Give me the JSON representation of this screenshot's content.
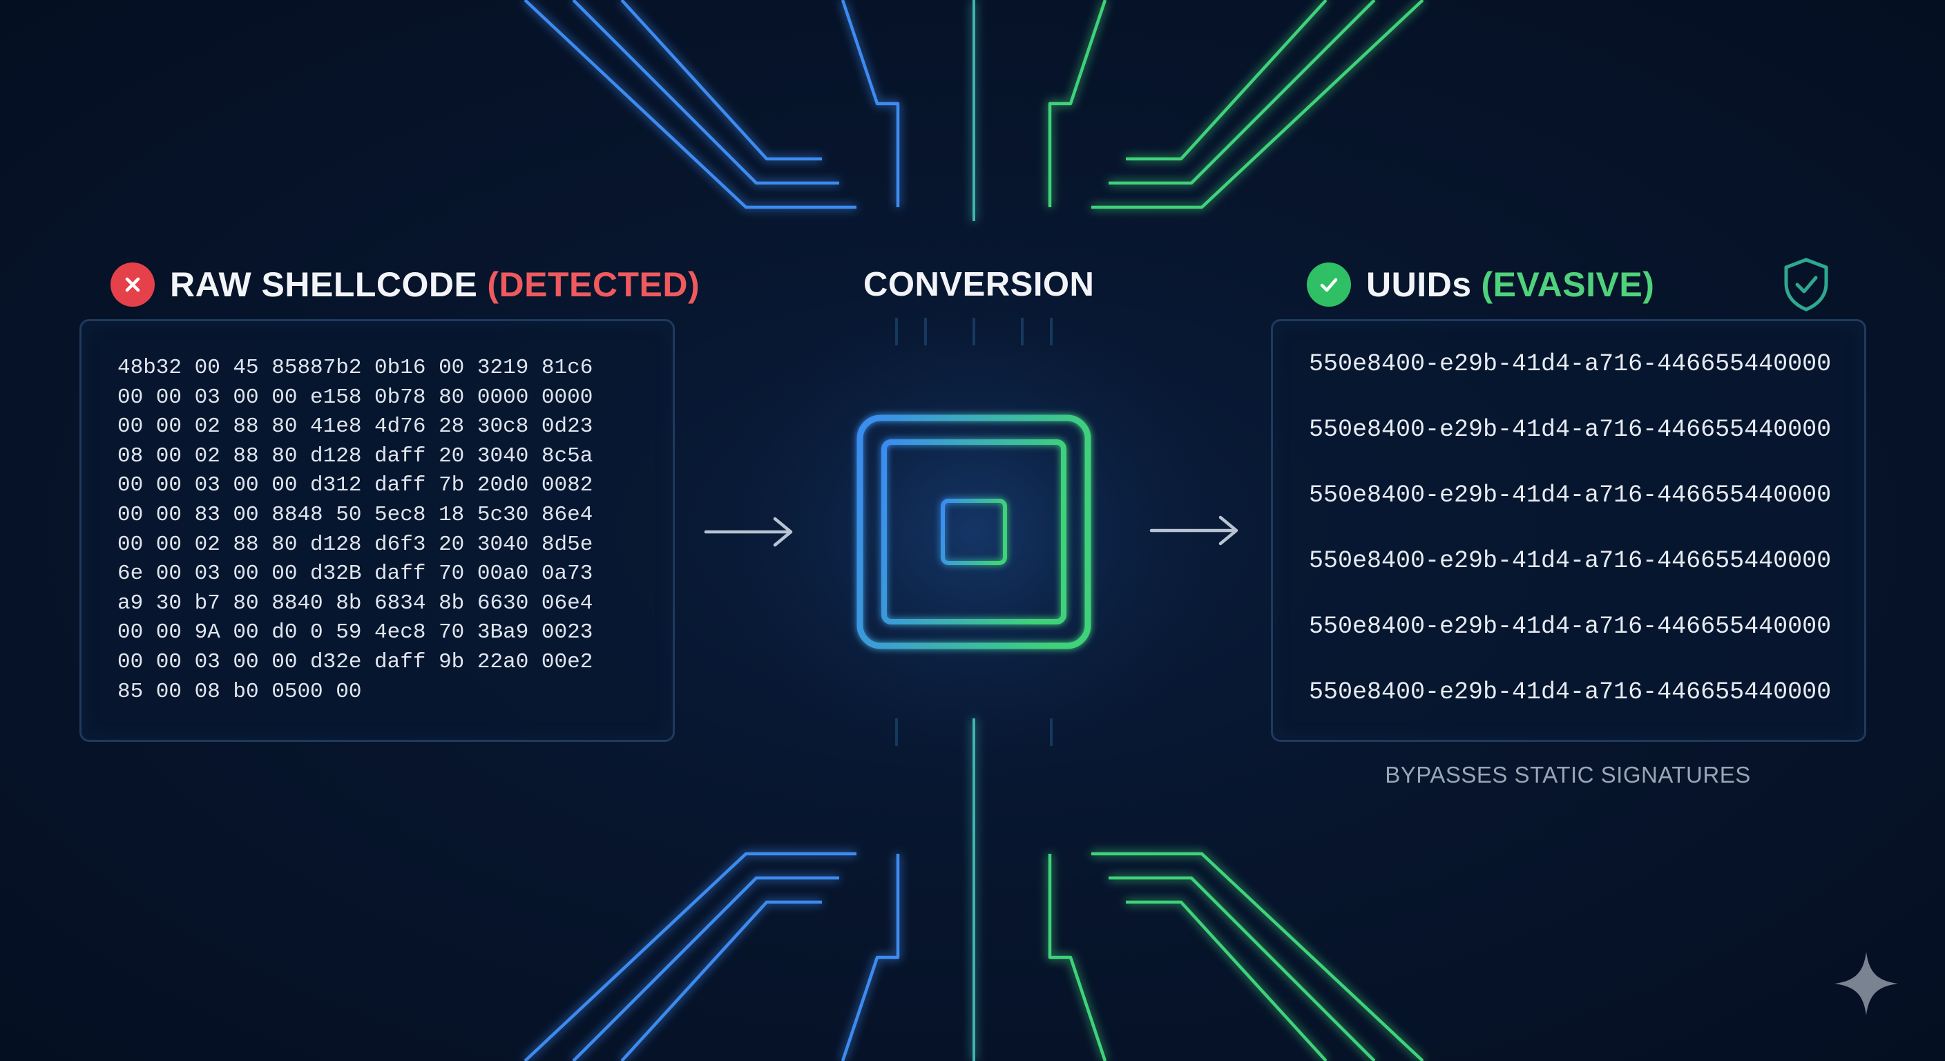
{
  "left_section": {
    "title": "RAW SHELLCODE",
    "status": "(DETECTED)",
    "badge_icon": "x-circle-icon",
    "status_color": "#e5414b",
    "hex_lines": [
      "48b32 00 45 85887b2 0b16 00 3219 81c6",
      "00 00 03 00 00 e158 0b78 80 0000 0000",
      "00 00 02 88 80 41e8 4d76 28 30c8 0d23",
      "08 00 02 88 80 d128 daff 20 3040 8c5a",
      "00 00 03 00 00 d312 daff 7b 20d0 0082",
      "00 00 83 00 8848 50 5ec8 18 5c30 86e4",
      "00 00 02 88 80 d128 d6f3 20 3040 8d5e",
      "6e 00 03 00 00 d32B daff 70 00a0 0a73",
      "a9 30 b7 80 8840 8b 6834 8b 6630 06e4",
      "00 00 9A 00 d0 0 59 4ec8 70 3Ba9 0023",
      "00 00 03 00 00 d32e daff 9b 22a0 00e2",
      "85 00 08 b0 0500 00"
    ]
  },
  "center_section": {
    "title": "CONVERSION",
    "icon": "processor-chip-icon",
    "arrow_icon": "arrow-right-icon"
  },
  "right_section": {
    "title": "UUIDs",
    "status": "(EVASIVE)",
    "badge_icon": "check-circle-icon",
    "corner_icon": "shield-check-icon",
    "status_color": "#2fbf64",
    "uuids": [
      "550e8400-e29b-41d4-a716-446655440000",
      "550e8400-e29b-41d4-a716-446655440000",
      "550e8400-e29b-41d4-a716-446655440000",
      "550e8400-e29b-41d4-a716-446655440000",
      "550e8400-e29b-41d4-a716-446655440000",
      "550e8400-e29b-41d4-a716-446655440000"
    ],
    "caption": "BYPASSES STATIC SIGNATURES"
  },
  "colors": {
    "background": "#061227",
    "trace_blue": "#3d8bf0",
    "trace_green": "#3fd27a",
    "panel_border": "#1f3a5c"
  },
  "watermark_icon": "sparkle-icon"
}
